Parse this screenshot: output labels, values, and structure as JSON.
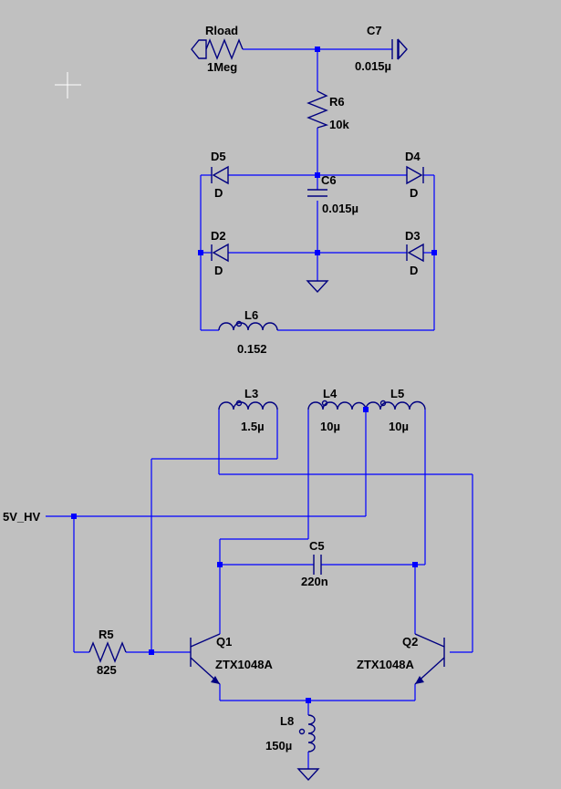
{
  "nets": {
    "supply": "5V_HV"
  },
  "components": {
    "rload": {
      "name": "Rload",
      "value": "1Meg"
    },
    "c7": {
      "name": "C7",
      "value": "0.015µ"
    },
    "r6": {
      "name": "R6",
      "value": "10k"
    },
    "d5": {
      "name": "D5",
      "value": "D"
    },
    "d4": {
      "name": "D4",
      "value": "D"
    },
    "c6": {
      "name": "C6",
      "value": "0.015µ"
    },
    "d2": {
      "name": "D2",
      "value": "D"
    },
    "d3": {
      "name": "D3",
      "value": "D"
    },
    "l6": {
      "name": "L6",
      "value": "0.152"
    },
    "l3": {
      "name": "L3",
      "value": "1.5µ"
    },
    "l4": {
      "name": "L4",
      "value": "10µ"
    },
    "l5": {
      "name": "L5",
      "value": "10µ"
    },
    "c5": {
      "name": "C5",
      "value": "220n"
    },
    "r5": {
      "name": "R5",
      "value": "825"
    },
    "q1": {
      "name": "Q1",
      "value": "ZTX1048A"
    },
    "q2": {
      "name": "Q2",
      "value": "ZTX1048A"
    },
    "l8": {
      "name": "L8",
      "value": "150µ"
    }
  },
  "colors": {
    "background": "#c0c0c0",
    "wire": "#0000ff",
    "component": "#000080",
    "text": "#000000"
  }
}
